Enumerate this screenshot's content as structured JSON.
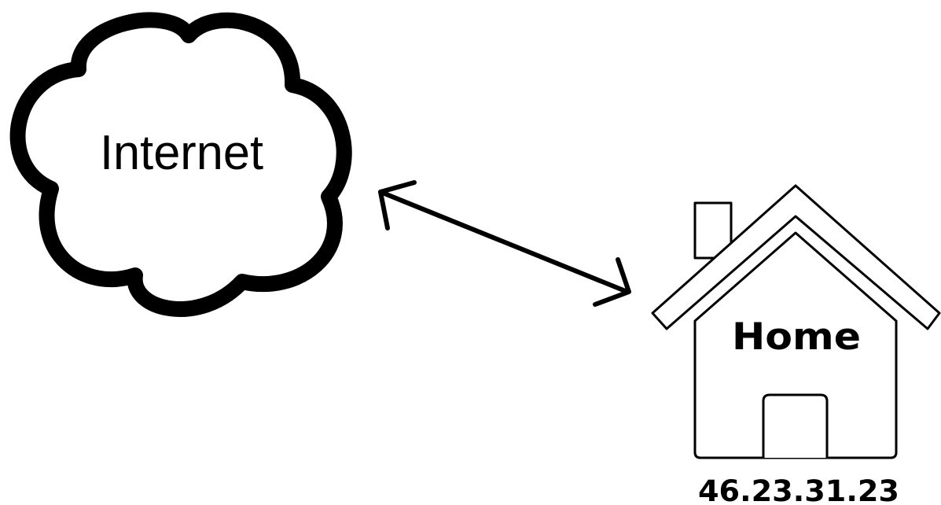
{
  "nodes": {
    "cloud": {
      "label": "Internet",
      "icon": "cloud-icon"
    },
    "house": {
      "label": "Home",
      "icon": "house-icon",
      "ip_address": "46.23.31.23"
    }
  },
  "connection": {
    "type": "bidirectional-arrow",
    "from": "cloud",
    "to": "house"
  },
  "colors": {
    "stroke": "#000000",
    "background": "#ffffff"
  }
}
